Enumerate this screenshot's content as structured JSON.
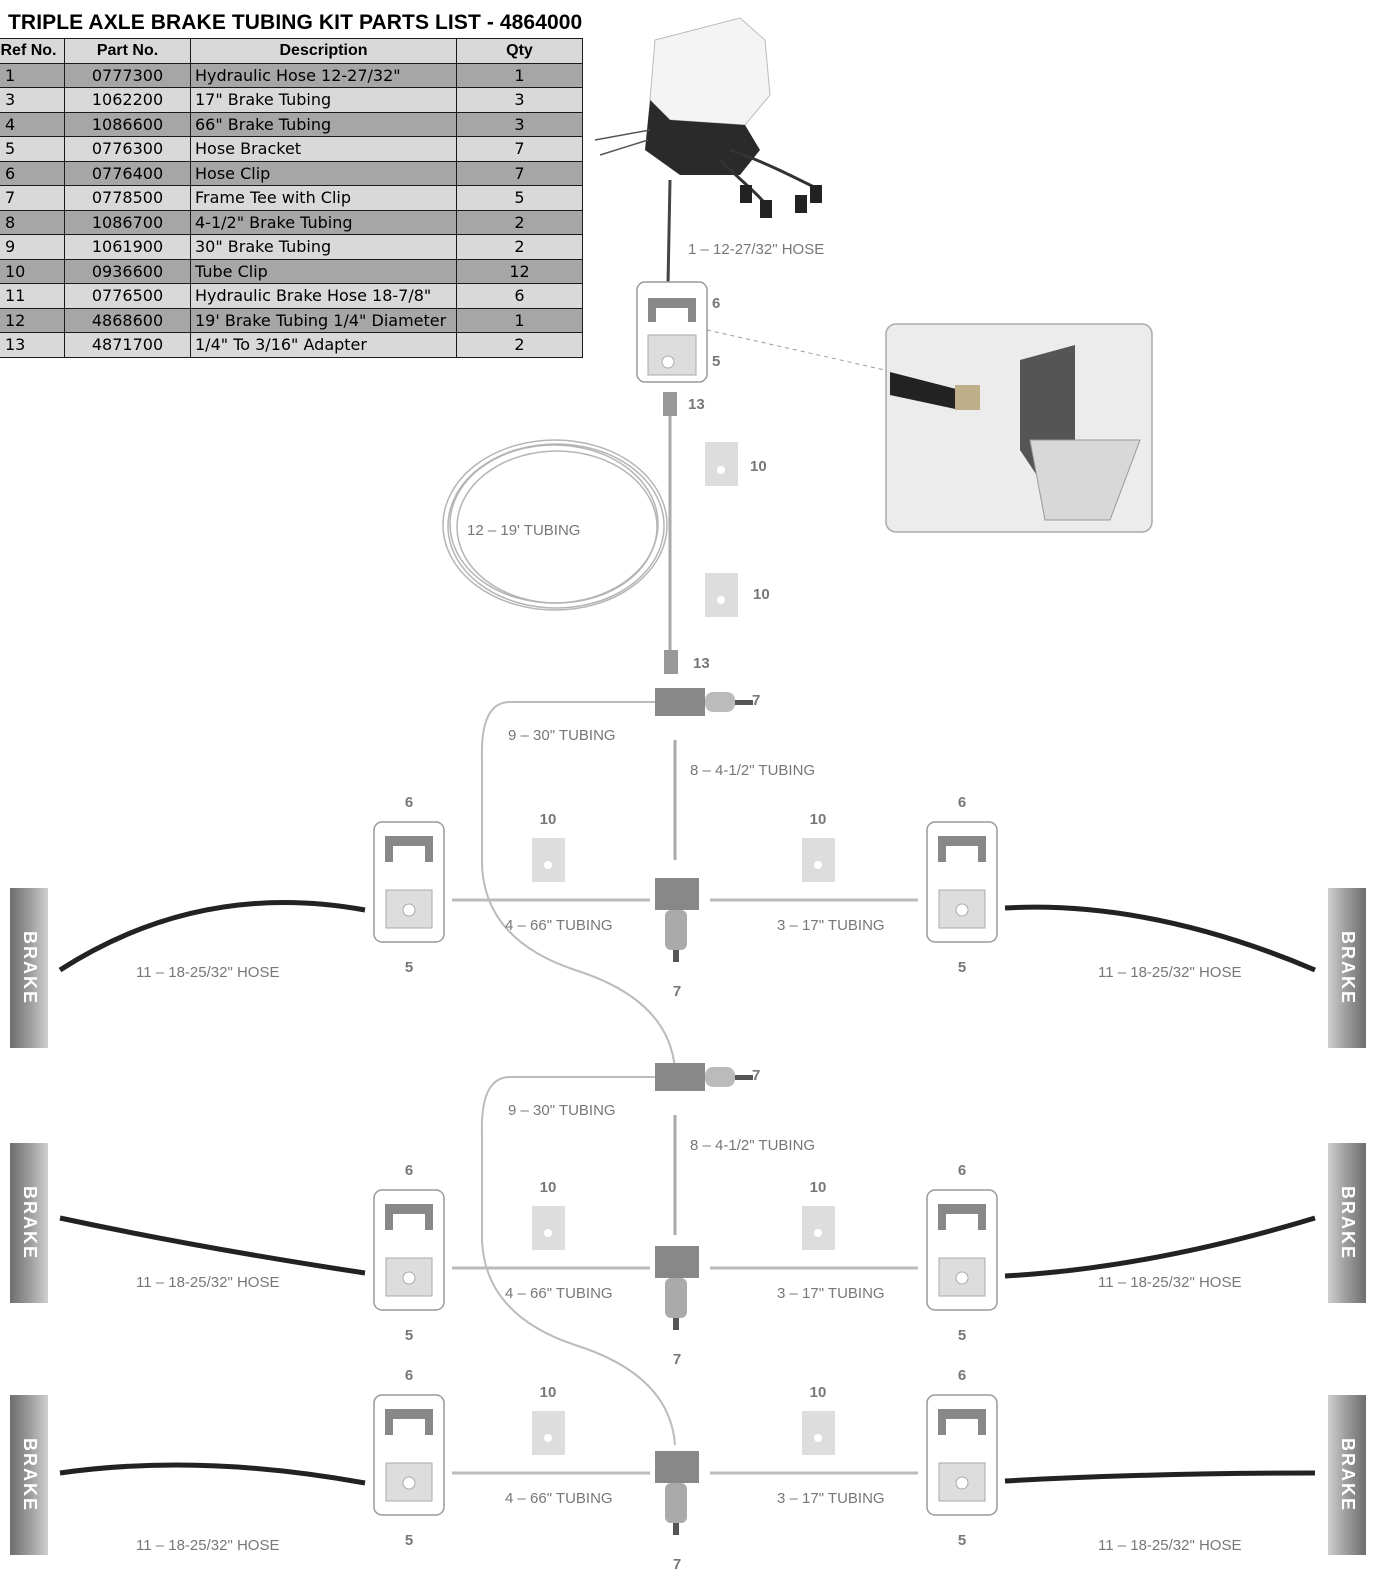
{
  "title": "TRIPLE AXLE BRAKE TUBING KIT PARTS LIST - 4864000",
  "table": {
    "headers": [
      "Ref No.",
      "Part No.",
      "Description",
      "Qty"
    ],
    "rows": [
      {
        "ref": "1",
        "part": "0777300",
        "desc": "Hydraulic Hose 12-27/32\"",
        "qty": "1"
      },
      {
        "ref": "3",
        "part": "1062200",
        "desc": "17\" Brake Tubing",
        "qty": "3"
      },
      {
        "ref": "4",
        "part": "1086600",
        "desc": "66\" Brake Tubing",
        "qty": "3"
      },
      {
        "ref": "5",
        "part": "0776300",
        "desc": "Hose Bracket",
        "qty": "7"
      },
      {
        "ref": "6",
        "part": "0776400",
        "desc": "Hose Clip",
        "qty": "7"
      },
      {
        "ref": "7",
        "part": "0778500",
        "desc": "Frame Tee with Clip",
        "qty": "5"
      },
      {
        "ref": "8",
        "part": "1086700",
        "desc": "4-1/2\" Brake Tubing",
        "qty": "2"
      },
      {
        "ref": "9",
        "part": "1061900",
        "desc": "30\" Brake Tubing",
        "qty": "2"
      },
      {
        "ref": "10",
        "part": "0936600",
        "desc": "Tube Clip",
        "qty": "12"
      },
      {
        "ref": "11",
        "part": "0776500",
        "desc": "Hydraulic Brake Hose 18-7/8\"",
        "qty": "6"
      },
      {
        "ref": "12",
        "part": "4868600",
        "desc": "19' Brake Tubing 1/4\" Diameter",
        "qty": "1"
      },
      {
        "ref": "13",
        "part": "4871700",
        "desc": "1/4\" To 3/16\" Adapter",
        "qty": "2"
      }
    ]
  },
  "diagram": {
    "labels": {
      "hose_1": "1 – 12-27/32\" HOSE",
      "tubing_12": "12 – 19' TUBING",
      "tubing_9": "9 – 30\" TUBING",
      "tubing_8": "8 – 4-1/2\" TUBING",
      "tubing_4": "4 – 66\" TUBING",
      "tubing_3": "3 – 17\" TUBING",
      "hose_11": "11 – 18-25/32\" HOSE",
      "brake": "BRAKE"
    },
    "callouts": {
      "clip": "6",
      "bracket": "5",
      "adapter": "13",
      "tube_clip": "10",
      "frame_tee": "7"
    }
  }
}
